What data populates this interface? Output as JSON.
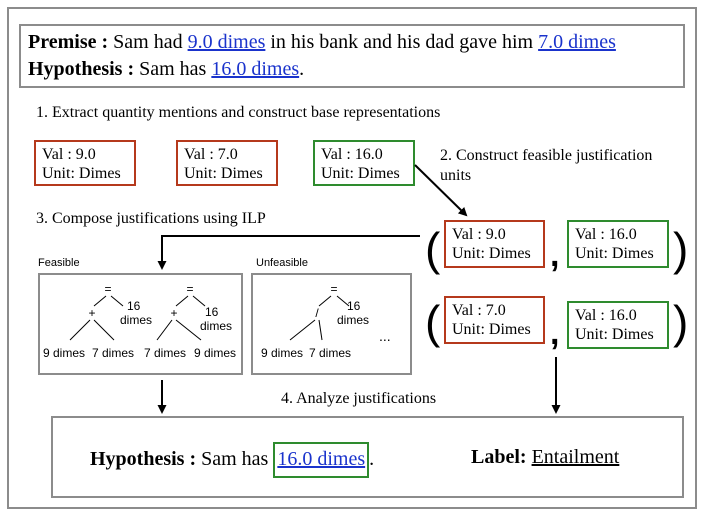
{
  "premise": {
    "label": "Premise :",
    "text_1": " Sam had ",
    "q1": "9.0 dimes",
    "text_2": " in his bank and his dad gave him ",
    "q2": "7.0 dimes"
  },
  "hypothesis": {
    "label": "Hypothesis :",
    "text_1": " Sam has ",
    "q1": "16.0 dimes",
    "text_2": "."
  },
  "step1": {
    "title": "1. Extract quantity mentions and construct base representations"
  },
  "step2": {
    "line1": "2. Construct feasible justification",
    "line2": "units"
  },
  "step3": {
    "title": "3. Compose justifications using ILP"
  },
  "step4": {
    "title": "4. Analyze justifications"
  },
  "base_quantities": [
    {
      "val": "Val : 9.0",
      "unit": "Unit: Dimes",
      "color": "#b5391c"
    },
    {
      "val": "Val : 7.0",
      "unit": "Unit: Dimes",
      "color": "#b5391c"
    },
    {
      "val": "Val : 16.0",
      "unit": "Unit: Dimes",
      "color": "#2e8b2e"
    }
  ],
  "justification_pairs": [
    {
      "left": {
        "val": "Val : 9.0",
        "unit": "Unit: Dimes"
      },
      "right": {
        "val": "Val : 16.0",
        "unit": "Unit: Dimes"
      },
      "open": "(",
      "comma": ",",
      "close": ")"
    },
    {
      "left": {
        "val": "Val : 7.0",
        "unit": "Unit: Dimes"
      },
      "right": {
        "val": "Val : 16.0",
        "unit": "Unit: Dimes"
      },
      "open": "(",
      "comma": ",",
      "close": ")"
    }
  ],
  "feasible": {
    "label": "Feasible",
    "tree1": {
      "eq": "=",
      "op": "+",
      "target": "16\ndimes",
      "leaf_a": "9 dimes",
      "leaf_b": "7 dimes"
    },
    "tree2": {
      "eq": "=",
      "op": "+",
      "target": "16\ndimes",
      "leaf_a": "7 dimes",
      "leaf_b": "9 dimes"
    }
  },
  "unfeasible": {
    "label": "Unfeasible",
    "tree": {
      "eq": "=",
      "op": "/",
      "target": "16\ndimes",
      "leaf_a": "9 dimes",
      "leaf_b": "7 dimes"
    },
    "ellipsis": "..."
  },
  "result": {
    "hyp_label": "Hypothesis :",
    "hyp_text": " Sam has ",
    "hyp_q": "16.0 dimes",
    "hyp_end": ".",
    "label_key": "Label:",
    "label_value": "Entailment"
  },
  "colors": {
    "premise_q": "#b5391c",
    "hypothesis_q": "#2e8b2e",
    "link": "#1a33cc",
    "frame": "#8c8c8c"
  }
}
